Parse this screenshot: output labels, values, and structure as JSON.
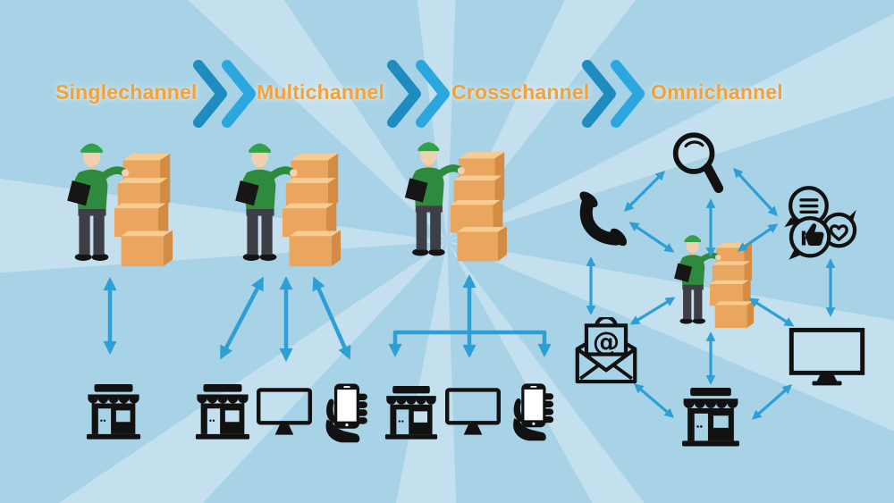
{
  "stages": [
    {
      "label": "Singlechannel",
      "channel_icons": [
        "storefront"
      ]
    },
    {
      "label": "Multichannel",
      "channel_icons": [
        "storefront",
        "desktop-monitor",
        "smartphone-in-hand"
      ]
    },
    {
      "label": "Crosschannel",
      "channel_icons": [
        "storefront",
        "desktop-monitor",
        "smartphone-in-hand"
      ]
    },
    {
      "label": "Omnichannel",
      "channel_icons": [
        "search-magnifier",
        "phone-handset",
        "social-media-bubbles",
        "email-envelope",
        "storefront",
        "desktop-monitor"
      ]
    }
  ],
  "figure": "warehouse-worker-with-clipboard-leaning-on-box-stack",
  "separator_icon": "double-chevron-right",
  "colors": {
    "background": "#a8d3e6",
    "ray": "#c4e0ee",
    "label_text": "#f2a238",
    "chevron_dark": "#1e8cbe",
    "chevron_light": "#2ba7df",
    "arrow": "#2e9fd4",
    "icon": "#111111",
    "worker_shirt": "#2e8b3d",
    "worker_cap": "#33a04a",
    "worker_skin": "#f2cfae",
    "worker_pants": "#3e3e46",
    "box_front": "#eaa65f",
    "box_top": "#f7cb92",
    "box_side": "#d48c44"
  }
}
